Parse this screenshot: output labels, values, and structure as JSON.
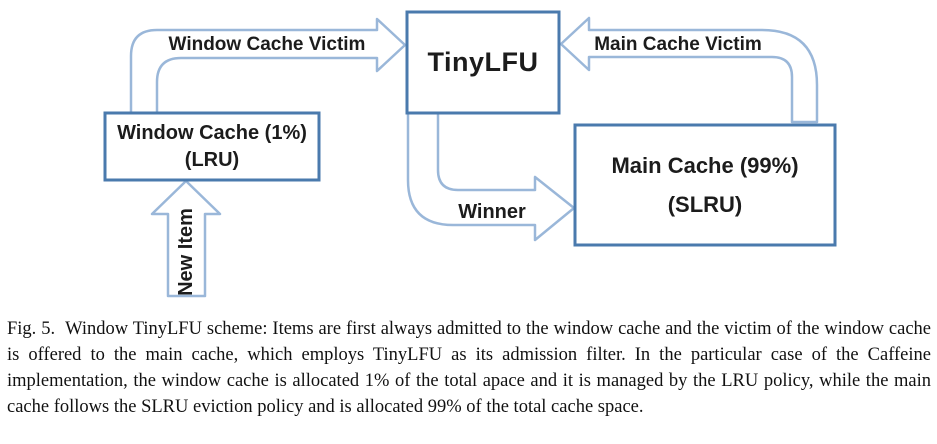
{
  "diagram": {
    "boxes": {
      "tinylfu": {
        "label": "TinyLFU"
      },
      "window_cache": {
        "line1": "Window Cache (1%)",
        "line2": "(LRU)"
      },
      "main_cache": {
        "line1": "Main Cache (99%)",
        "line2": "(SLRU)"
      }
    },
    "arrows": {
      "window_cache_victim": {
        "label": "Window Cache Victim",
        "direction": "window-cache-to-tinylfu"
      },
      "main_cache_victim": {
        "label": "Main Cache Victim",
        "direction": "main-cache-to-tinylfu"
      },
      "winner": {
        "label": "Winner",
        "direction": "tinylfu-to-main-cache"
      },
      "new_item": {
        "label": "New Item",
        "direction": "into-window-cache"
      }
    },
    "colors": {
      "box_border": "#4a7aad",
      "arrow_outline": "#9ab7d9",
      "text": "#1c1c1c"
    }
  },
  "caption": {
    "fig_label": "Fig. 5.",
    "text": "Window TinyLFU scheme: Items are first always admitted to the window cache and the victim of the window cache is offered to the main cache, which employs TinyLFU as its admission filter. In the particular case of the Caffeine implementation, the window cache is allocated 1% of the total apace and it is managed by the LRU policy, while the main cache follows the SLRU eviction policy and is allocated 99% of the total cache space."
  }
}
